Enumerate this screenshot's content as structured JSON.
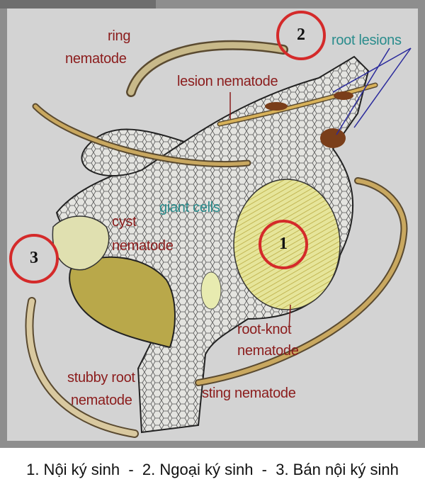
{
  "labels": {
    "ring_nematode": [
      "ring",
      "nematode"
    ],
    "root_lesions": "root lesions",
    "lesion_nematode": "lesion nematode",
    "giant_cells": "giant cells",
    "cyst_nematode": [
      "cyst",
      "nematode"
    ],
    "root_knot_nematode": [
      "root-knot",
      "nematode"
    ],
    "stubby_root_nematode": [
      "stubby root",
      "nematode"
    ],
    "sting_nematode": "sting nematode"
  },
  "markers": [
    "1",
    "2",
    "3"
  ],
  "caption": "1. Nội ký sinh  -  2. Ngoại ký sinh  -  3. Bán nội ký sinh",
  "colors": {
    "label_red": "#8b1c1c",
    "label_teal": "#2a8c8c",
    "marker_ring": "#d42a2a",
    "background": "#d3d3d3"
  }
}
